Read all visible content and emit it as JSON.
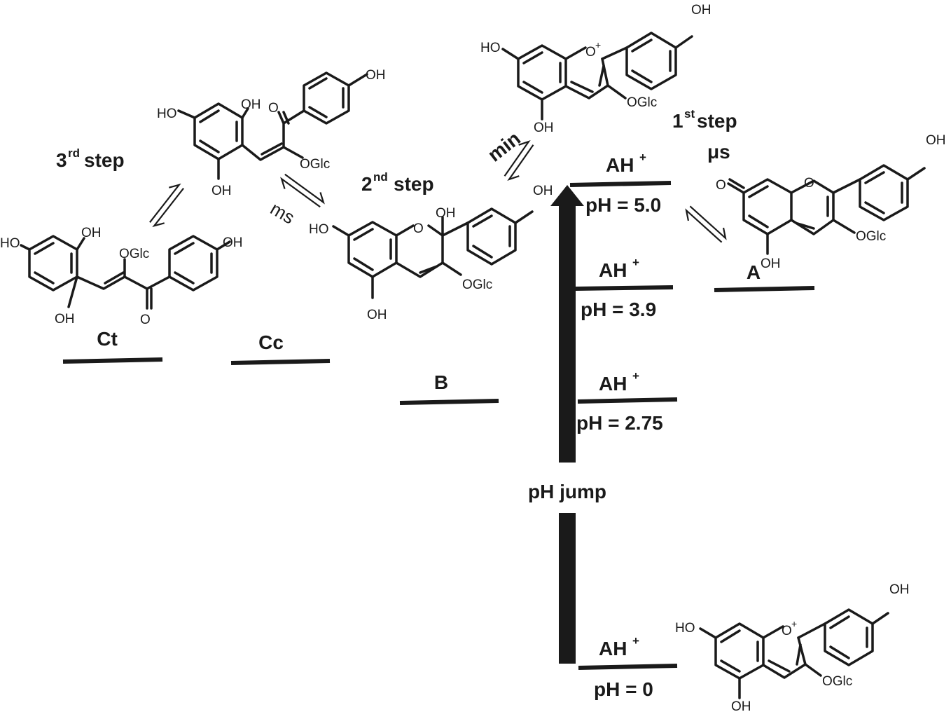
{
  "labels": {
    "step1": "1",
    "step1_sup": "st",
    "step1_word": " step",
    "step1_time": "μs",
    "step2": "2",
    "step2_sup": "nd",
    "step2_word": " step",
    "step2_time": "min",
    "step3": "3",
    "step3_sup": "rd",
    "step3_word": " step",
    "step3_time": "ms",
    "ph_jump": "pH jump"
  },
  "species": {
    "ct": "Ct",
    "cc": "Cc",
    "b": "B",
    "a": "A",
    "ah_base": "AH",
    "ah_sup": "+"
  },
  "levels": [
    {
      "ph": "pH = 5.0"
    },
    {
      "ph": "pH = 3.9"
    },
    {
      "ph": "pH = 2.75"
    },
    {
      "ph": "pH = 0"
    }
  ],
  "atoms": {
    "oh": "OH",
    "ho": "HO",
    "o": "O",
    "o_plus": "O",
    "plus": "+",
    "oglc": "OGlc"
  }
}
